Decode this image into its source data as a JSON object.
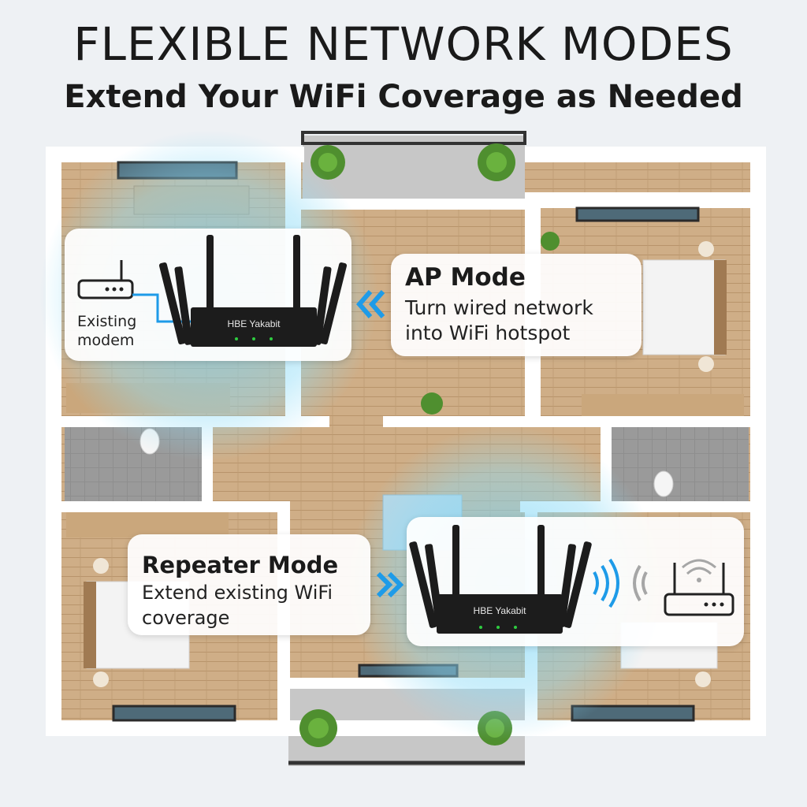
{
  "header": {
    "title": "FLEXIBLE NETWORK MODES",
    "subtitle": "Extend Your WiFi Coverage as Needed"
  },
  "ap_mode": {
    "title": "AP Mode",
    "description_line1": "Turn wired network",
    "description_line2": "into WiFi hotspot",
    "modem_label_line1": "Existing",
    "modem_label_line2": "modem",
    "router_brand": "HBE Yakabit"
  },
  "repeater_mode": {
    "title": "Repeater Mode",
    "description_line1": "Extend existing WiFi",
    "description_line2": "coverage",
    "router_brand": "HBE Yakabit"
  },
  "colors": {
    "accent_blue": "#1e9be8",
    "coverage_glow": "#6fd0f5",
    "router_body": "#1c1c1c",
    "floor_wood": "#c9a77f",
    "wall": "#ffffff"
  },
  "icons": [
    "modem-icon",
    "router-icon",
    "double-chevron-left-icon",
    "double-chevron-right-icon",
    "wifi-signal-icon",
    "plant-icon",
    "bed-icon",
    "toilet-icon",
    "sofa-icon"
  ]
}
